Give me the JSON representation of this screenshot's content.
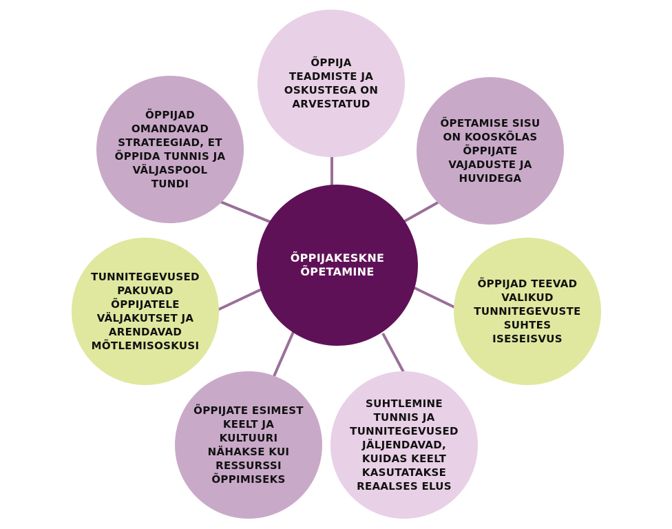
{
  "colors": {
    "center": "#5f1157",
    "light_lilac": "#e8d0e6",
    "medium_mauve": "#c9a9c8",
    "lime": "#dfe89e",
    "connector": "#9a6f98"
  },
  "diagram": {
    "center": {
      "label": "ÕPPIJAKESKNE ÕPETAMINE"
    },
    "nodes": [
      {
        "id": "top",
        "label": "ÕPPIJA TEADMISTE JA OSKUSTEGA ON ARVESTATUD",
        "color": "#e8d0e6"
      },
      {
        "id": "top-right",
        "label": "ÕPETAMISE SISU ON KOOSKÕLAS ÕPPIJATE VAJADUSTE JA HUVIDEGA",
        "color": "#c9a9c8"
      },
      {
        "id": "right",
        "label": "ÕPPIJAD TEEVAD VALIKUD TUNNITEGEVUSTE SUHTES ISESEISVUS",
        "color": "#dfe89e"
      },
      {
        "id": "bottom-right",
        "label": "SUHTLEMINE TUNNIS JA TUNNITEGEVUSED JÄLJENDAVAD, KUIDAS KEELT KASUTATAKSE REAALSES ELUS",
        "color": "#e8d0e6"
      },
      {
        "id": "bottom-left",
        "label": "ÕPPIJATE ESIMEST KEELT JA KULTUURI NÄHAKSE KUI RESSURSSI ÕPPIMISEKS",
        "color": "#c9a9c8"
      },
      {
        "id": "left",
        "label": "TUNNITEGEVUSED PAKUVAD ÕPPIJATELE VÄLJAKUTSET JA ARENDAVAD MÕTLEMISOSKUSI",
        "color": "#dfe89e"
      },
      {
        "id": "top-left",
        "label": "ÕPPIJAD OMANDAVAD STRATEEGIAD, ET ÕPPIDA TUNNIS JA VÄLJASPOOL TUNDI",
        "color": "#c9a9c8"
      }
    ]
  }
}
